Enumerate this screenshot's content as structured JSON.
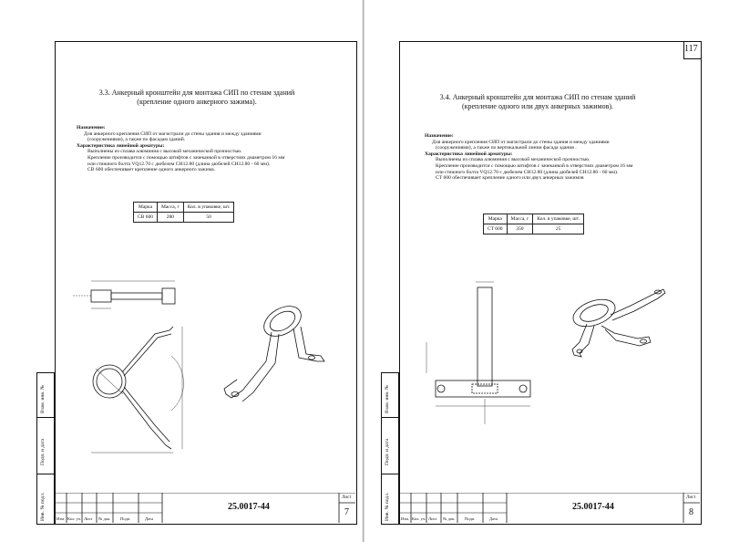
{
  "left_page": {
    "section_title_line1": "3.3. Анкерный кронштейн для монтажа СИП по стенам зданий",
    "section_title_line2": "(крепление одного анкерного зажима).",
    "purpose_heading": "Назначение:",
    "purpose_line1": "Для анкерного крепления СИП от магистрали до стены здания и между зданиями",
    "purpose_line2": "(сооружениями), а также по фасадам зданий.",
    "spec_heading": "Характеристика линейной арматуры:",
    "spec_line1": "Выполнены из сплава алюминия с высокой механической прочностью.",
    "spec_line2": "Крепление производится с помощью штифтов с зачеканкой в отверстиях диаметром 16 мм",
    "spec_line3": "или стяжного болта VQ12.70 с дюбелем CH12.80 (длина дюбелей CH12.80 - 60 мм).",
    "spec_line4": "CB 600 обеспечивает крепление одного анкерного зажима.",
    "table": {
      "headers": [
        "Марка",
        "Масса, г",
        "Кол. в упаковке, шт."
      ],
      "row": [
        "CB 600",
        "280",
        "50"
      ]
    },
    "title_block": {
      "code": "25.0017-44",
      "sheet_label": "Лист",
      "sheet_number": "7",
      "columns": [
        "Изм.",
        "Кол. уч.",
        "Лист",
        "№ док.",
        "Подп.",
        "Дата"
      ]
    },
    "side_labels": [
      "Инв. № подл.",
      "Подп. и дата",
      "Взам. инв. №"
    ]
  },
  "right_page": {
    "page_number": "117",
    "section_title_line1": "3.4. Анкерный кронштейн для монтажа СИП по стенам зданий",
    "section_title_line2": "(крепление одного или двух анкерных зажимов).",
    "purpose_heading": "Назначение:",
    "purpose_line1": "Для анкерного крепления СИП от магистрали до стены здания и между зданиями",
    "purpose_line2": "(сооружениями), а также по вертикальной линии фасада здания .",
    "spec_heading": "Характеристика линейной арматуры:",
    "spec_line1": "Выполнены из сплава алюминия с высокой механической прочностью.",
    "spec_line2": "Крепление производится с помощью штифтов с зачеканкой в отверстиях диаметром 16 мм",
    "spec_line3": "или стяжного болта VQ12.70 с дюбелем CH12.80 (длина дюбелей CH12.80 - 60 мм).",
    "spec_line4": "CT 600 обеспечивает крепление одного или двух анкерных зажимов",
    "table": {
      "headers": [
        "Марка",
        "Масса, г",
        "Кол. в упаковке, шт."
      ],
      "row": [
        "CT 600",
        "350",
        "25"
      ]
    },
    "title_block": {
      "code": "25.0017-44",
      "sheet_label": "Лист",
      "sheet_number": "8",
      "columns": [
        "Изм.",
        "Кол. уч.",
        "Лист",
        "№ док.",
        "Подп.",
        "Дата"
      ]
    },
    "side_labels": [
      "Инв. № подл.",
      "Подп. и дата",
      "Взам. инв. №"
    ]
  }
}
